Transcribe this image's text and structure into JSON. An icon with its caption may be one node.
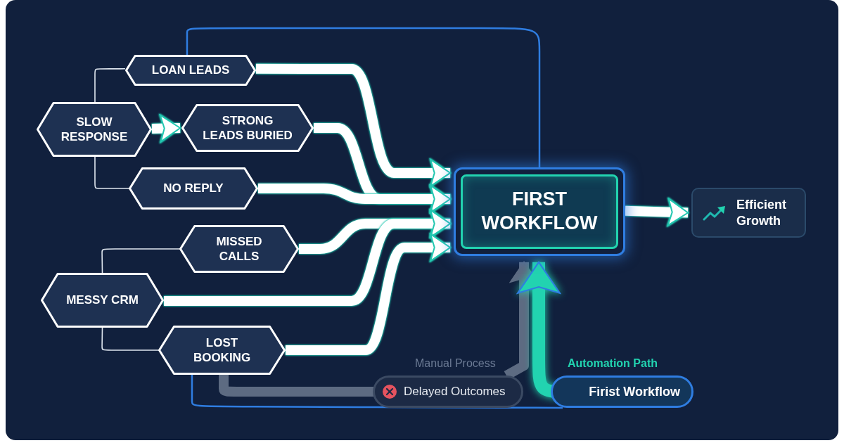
{
  "diagram": {
    "nodes": [
      {
        "text": [
          "LOAN LEADS"
        ]
      },
      {
        "text": [
          "SLOW RESPONSE"
        ]
      },
      {
        "text": [
          "STRONG LEADS BURIED"
        ]
      },
      {
        "text": [
          "NO REPLY"
        ]
      },
      {
        "text": [
          "MISSED CALLS"
        ]
      },
      {
        "text": [
          "MESSY CRM"
        ]
      },
      {
        "text": [
          "LOST BOOKING"
        ]
      },
      {
        "text": [
          "FIRST WORKFLOW"
        ]
      },
      {
        "text": [
          "Efficient Growth"
        ]
      },
      {
        "text": [
          "Delayed Outcomes"
        ]
      },
      {
        "text": [
          "Firist Workflow"
        ]
      }
    ],
    "edges": [
      {
        "from": 1,
        "to": 0,
        "arrow": "none"
      },
      {
        "from": 1,
        "to": 3,
        "arrow": "none"
      },
      {
        "from": 1,
        "to": 2,
        "arrow": "to"
      },
      {
        "from": 5,
        "to": 4,
        "arrow": "none"
      },
      {
        "from": 5,
        "to": 6,
        "arrow": "none"
      },
      {
        "from": 0,
        "to": 7,
        "arrow": "to"
      },
      {
        "from": 2,
        "to": 7,
        "arrow": "to"
      },
      {
        "from": 3,
        "to": 7,
        "arrow": "to"
      },
      {
        "from": 4,
        "to": 7,
        "arrow": "to"
      },
      {
        "from": 5,
        "to": 7,
        "arrow": "to"
      },
      {
        "from": 6,
        "to": 7,
        "arrow": "to"
      },
      {
        "from": 7,
        "to": 8,
        "arrow": "to"
      },
      {
        "from": 0,
        "to": 7,
        "arrow": "none",
        "color": "#2f7de1"
      },
      {
        "from": 6,
        "to": 10,
        "arrow": "none",
        "color": "#2f7de1"
      },
      {
        "from": 6,
        "to": 9,
        "arrow": "none",
        "color": "#5d6b82"
      },
      {
        "from": 9,
        "to": 7,
        "arrow": "to",
        "color": "#5d6b82",
        "label": "Manual Process"
      },
      {
        "from": 10,
        "to": 7,
        "arrow": "to",
        "color": "#22d3b0",
        "label": "Automation Path"
      }
    ]
  }
}
